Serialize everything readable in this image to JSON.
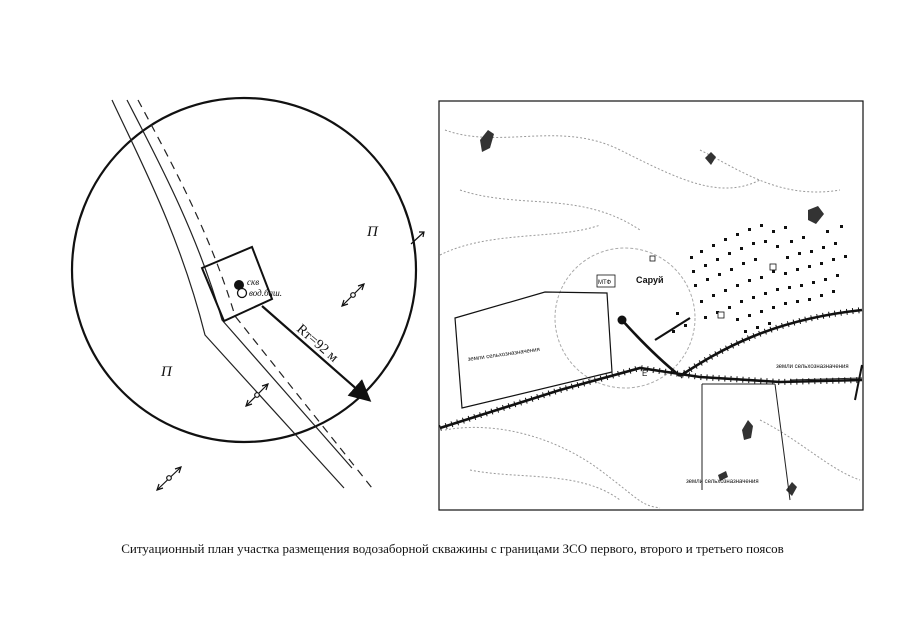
{
  "scheme": {
    "label_well": "скв",
    "label_tower": "вод.баш.",
    "radius_label": "Rт=92 м",
    "zone_label_1": "П",
    "zone_label_2": "П"
  },
  "map": {
    "village_label": "Саруй",
    "mtf_label": "МТФ",
    "farmland_1": "земли сельхозназначения",
    "farmland_2": "земли сельхозназначения",
    "farmland_3": "земли сельхозназначения",
    "marker_e": "Е"
  },
  "caption": "Ситуационный план участка размещения водозаборной скважины с границами ЗСО первого, второго и третьего поясов"
}
